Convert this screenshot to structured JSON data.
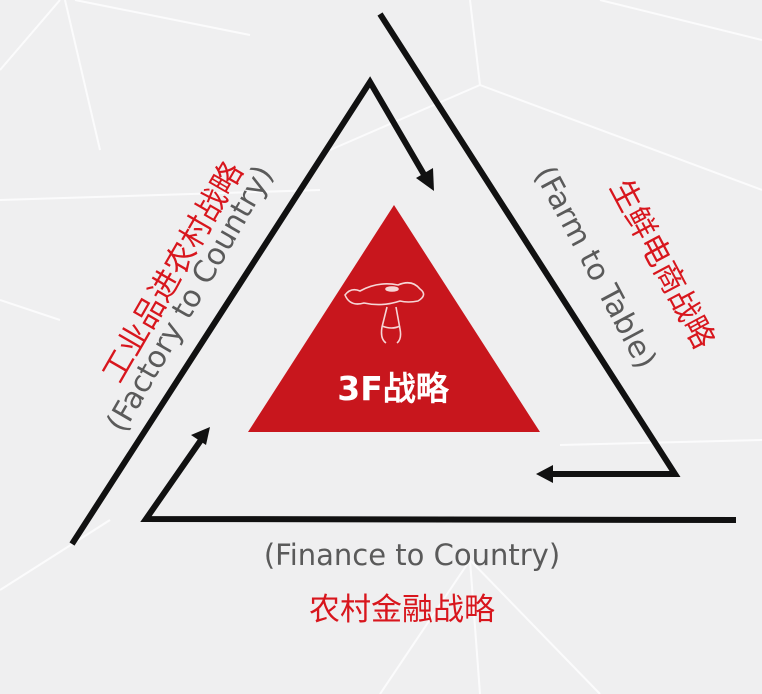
{
  "center": {
    "label": "3F战略",
    "mascot_icon": "jd-dog-mascot-icon",
    "color": "#c8161d"
  },
  "sides": {
    "left": {
      "en": "(Factory to Country)",
      "cn": "工业品进农村战略"
    },
    "right": {
      "en": "(Farm to Table)",
      "cn": "生鲜电商战略"
    },
    "bottom": {
      "en": "(Finance to Country)",
      "cn": "农村金融战略"
    }
  },
  "colors": {
    "background": "#efeff0",
    "arrow": "#111111",
    "cn_text": "#d8161d",
    "en_text": "#5a5a5a"
  }
}
